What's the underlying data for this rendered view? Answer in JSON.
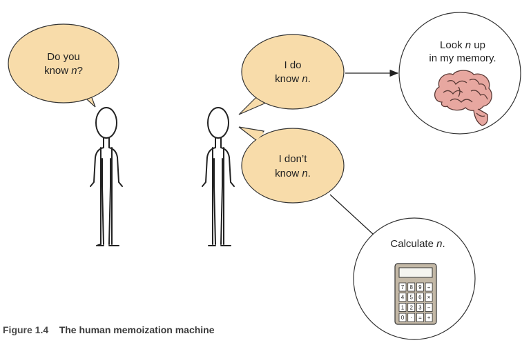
{
  "bubbles": {
    "question": {
      "line1": "Do you",
      "line2_pre": "know ",
      "line2_var": "n",
      "line2_post": "?"
    },
    "know": {
      "line1": "I do",
      "line2_pre": "know ",
      "line2_var": "n",
      "line2_post": "."
    },
    "dont_know": {
      "line1": "I don’t",
      "line2_pre": "know ",
      "line2_var": "n",
      "line2_post": "."
    }
  },
  "memory_circle": {
    "line1_pre": "Look ",
    "line1_var": "n",
    "line1_post": " up",
    "line2": "in my memory."
  },
  "calc_circle": {
    "line1_pre": "Calculate ",
    "line1_var": "n",
    "line1_post": "."
  },
  "calculator_keys": [
    [
      "7",
      "8",
      "9",
      "÷"
    ],
    [
      "4",
      "5",
      "6",
      "×"
    ],
    [
      "1",
      "2",
      "3",
      "−"
    ],
    [
      "0",
      "·",
      "=",
      "+"
    ]
  ],
  "caption": {
    "label": "Figure 1.4",
    "title": "The human memoization machine"
  },
  "colors": {
    "bubble_fill": "#f8dcaa",
    "brain_fill": "#e7a7a0",
    "calc_body": "#c3b8a6"
  }
}
